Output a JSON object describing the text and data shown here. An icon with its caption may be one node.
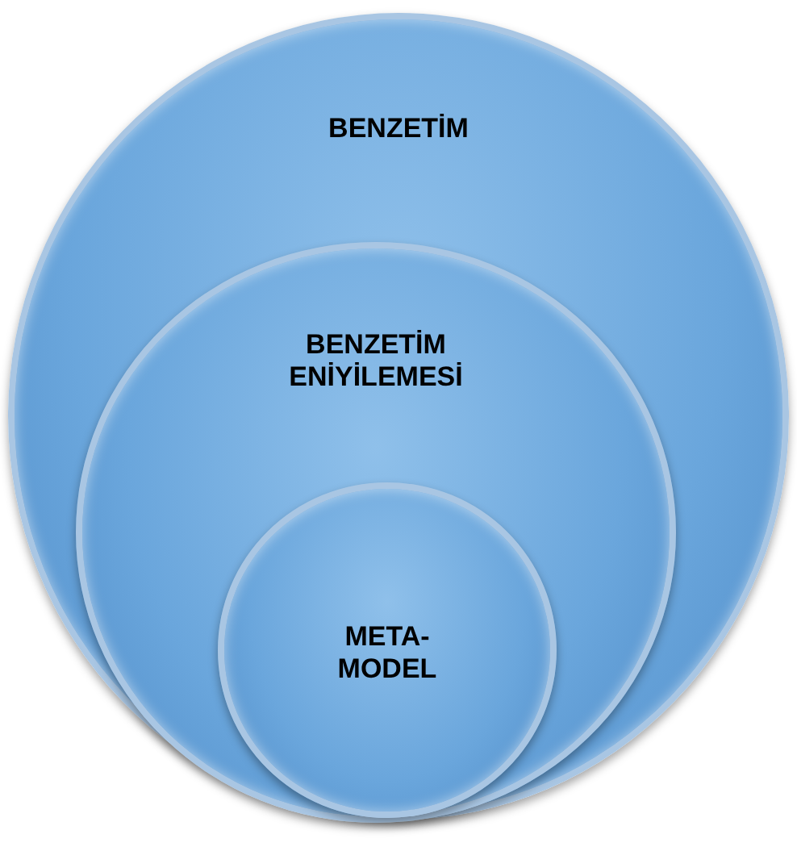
{
  "diagram": {
    "nodes": [
      {
        "text": [
          "BENZETİM"
        ]
      },
      {
        "text": [
          "BENZETİM ENİYİLEMESİ"
        ],
        "in": 0
      },
      {
        "text": [
          "META- MODEL"
        ],
        "in": 1
      }
    ]
  }
}
